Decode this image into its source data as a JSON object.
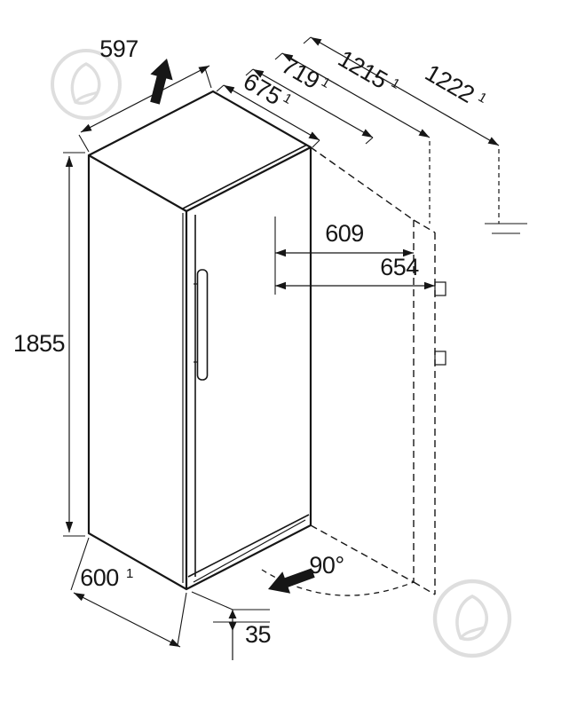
{
  "diagram": {
    "kind": "appliance-installation-dimension-drawing",
    "unit_note": "dimensions in mm"
  },
  "dimensions": {
    "top_width": {
      "value": "597",
      "sup": ""
    },
    "cabinet_depth": {
      "value": "675",
      "sup": "1"
    },
    "depth_with_clearance": {
      "value": "719",
      "sup": "1"
    },
    "door_open_depth_a": {
      "value": "1215",
      "sup": "1"
    },
    "door_open_depth_b": {
      "value": "1222",
      "sup": "1"
    },
    "door_swing_inner": {
      "value": "609",
      "sup": ""
    },
    "door_swing_outer": {
      "value": "654",
      "sup": ""
    },
    "height": {
      "value": "1855",
      "sup": ""
    },
    "bottom_width": {
      "value": "600",
      "sup": "1"
    },
    "plinth_height": {
      "value": "35",
      "sup": ""
    },
    "door_opening_angle": {
      "value": "90°",
      "sup": ""
    }
  },
  "watermark": {
    "color": "#c4c4c4"
  }
}
